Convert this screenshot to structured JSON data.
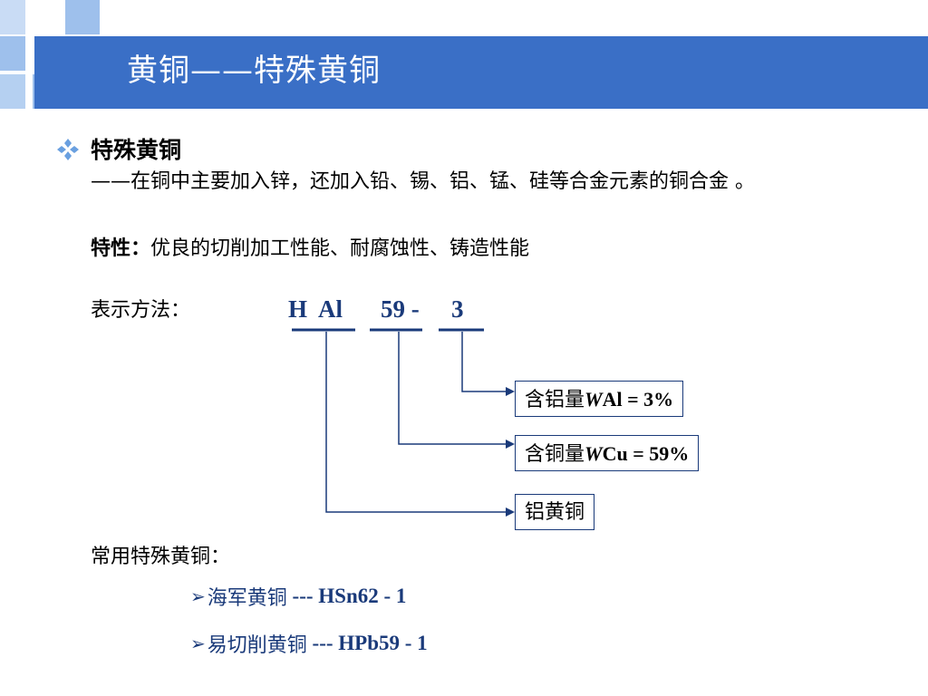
{
  "title": "黄铜——特殊黄铜",
  "heading": "特殊黄铜",
  "description": "——在铜中主要加入锌，还加入铅、锡、铝、锰、硅等合金元素的铜合金 。",
  "property_label": "特性：",
  "property_text": "优良的切削加工性能、耐腐蚀性、铸造性能",
  "method_label": "表示方法：",
  "designation": {
    "part1": "H  Al",
    "part2": "59 -",
    "part3": "3"
  },
  "boxes": {
    "al_prefix": "含铝量",
    "al_formula_var": "W",
    "al_formula_rest": "Al = 3%",
    "cu_prefix": "含铜量",
    "cu_formula_var": "W",
    "cu_formula_rest": "Cu = 59%",
    "type": "铝黄铜"
  },
  "common_label": "常用特殊黄铜：",
  "common_items": [
    {
      "name": "海军黄铜",
      "sep": " --- ",
      "grade": "HSn62 - 1"
    },
    {
      "name": "易切削黄铜",
      "sep": " --- ",
      "grade": "HPb59 - 1"
    }
  ],
  "colors": {
    "banner": "#3a6fc6",
    "light_square": "#9ec0ec",
    "lighter_square": "#c9dcf5",
    "accent_text": "#1a3a7a"
  }
}
